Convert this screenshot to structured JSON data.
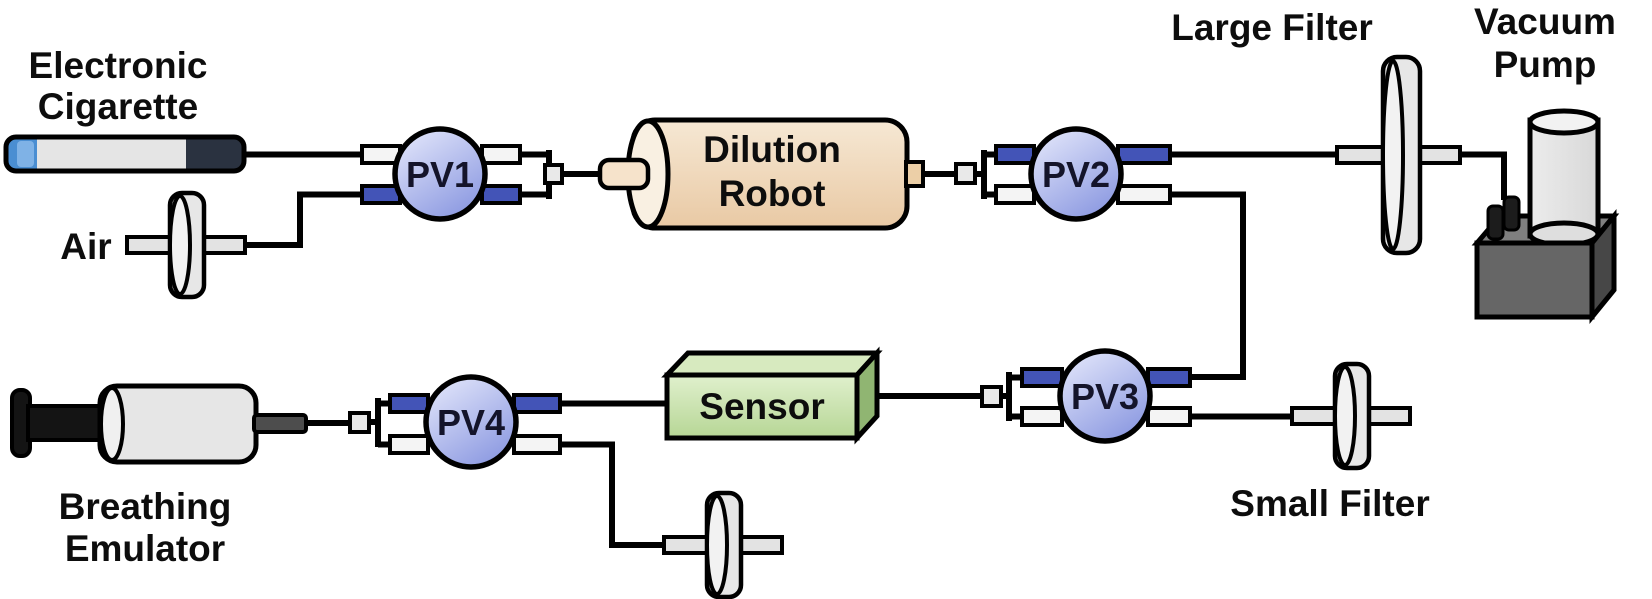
{
  "diagram": {
    "description": "Schematic of an electronic-cigarette vapor dilution and sensing experimental setup",
    "labels": {
      "electronic_cigarette_line1": "Electronic",
      "electronic_cigarette_line2": "Cigarette",
      "air": "Air",
      "pv1": "PV1",
      "pv2": "PV2",
      "pv3": "PV3",
      "pv4": "PV4",
      "dilution_robot_line1": "Dilution",
      "dilution_robot_line2": "Robot",
      "large_filter": "Large Filter",
      "vacuum_pump_line1": "Vacuum",
      "vacuum_pump_line2": "Pump",
      "sensor": "Sensor",
      "small_filter": "Small Filter",
      "breathing_emulator_line1": "Breathing",
      "breathing_emulator_line2": "Emulator"
    },
    "colors": {
      "outline": "#000000",
      "valve_fill_light": "#e8ebfc",
      "valve_fill_dark": "#8f9ce2",
      "port_blue": "#4354b7",
      "port_white": "#f4f4f4",
      "robot_tan_light": "#f6e8d4",
      "robot_tan_dark": "#e9c9a4",
      "sensor_green_light": "#e0f0cd",
      "sensor_green_dark": "#b6d695",
      "pump_gray": "#666666",
      "filter_gray": "#e7e7e7",
      "ecig_tip_blue": "#4a8ed2",
      "ecig_mouthpiece": "#2a3240"
    },
    "components": [
      {
        "id": "electronic-cigarette",
        "type": "source"
      },
      {
        "id": "air-inlet-filter",
        "type": "filter"
      },
      {
        "id": "pv1",
        "type": "pinch-valve"
      },
      {
        "id": "dilution-robot",
        "type": "chamber"
      },
      {
        "id": "pv2",
        "type": "pinch-valve"
      },
      {
        "id": "large-filter",
        "type": "filter"
      },
      {
        "id": "vacuum-pump",
        "type": "pump"
      },
      {
        "id": "pv3",
        "type": "pinch-valve"
      },
      {
        "id": "small-filter",
        "type": "filter"
      },
      {
        "id": "sensor",
        "type": "sensor"
      },
      {
        "id": "pv4",
        "type": "pinch-valve"
      },
      {
        "id": "breathing-emulator",
        "type": "syringe"
      },
      {
        "id": "vent-filter",
        "type": "filter"
      }
    ],
    "connections": [
      "Electronic Cigarette → PV1 top port",
      "Air → air filter → PV1 bottom port",
      "PV1 → Dilution Robot",
      "Dilution Robot → PV2",
      "PV2 top port → Large Filter → Vacuum Pump",
      "PV2 bottom port → PV3 top port",
      "PV3 bottom port → Small Filter",
      "Sensor → PV3",
      "PV4 top port → Sensor",
      "PV4 bottom port → vent filter",
      "Breathing Emulator → PV4"
    ]
  }
}
